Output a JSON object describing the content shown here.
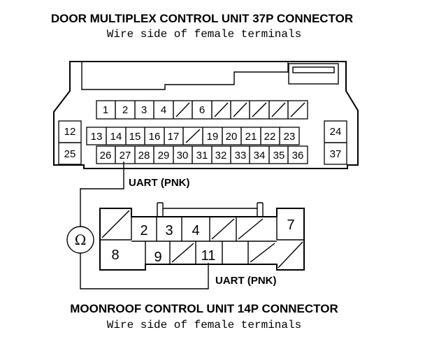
{
  "connector_37p": {
    "title": "DOOR MULTIPLEX CONTROL UNIT 37P CONNECTOR",
    "subtitle": "Wire side of female terminals",
    "wire_label": "UART (PNK)"
  },
  "connector_14p": {
    "title": "MOONROOF CONTROL UNIT 14P CONNECTOR",
    "subtitle": "Wire side of female terminals",
    "wire_label": "UART (PNK)"
  },
  "meter": {
    "symbol": "Ω"
  },
  "pins_37p": {
    "p1": "1",
    "p2": "2",
    "p3": "3",
    "p4": "4",
    "p6": "6",
    "p12": "12",
    "p13": "13",
    "p14": "14",
    "p15": "15",
    "p16": "16",
    "p17": "17",
    "p19": "19",
    "p20": "20",
    "p21": "21",
    "p22": "22",
    "p23": "23",
    "p24": "24",
    "p25": "25",
    "p26": "26",
    "p27": "27",
    "p28": "28",
    "p29": "29",
    "p30": "30",
    "p31": "31",
    "p32": "32",
    "p33": "33",
    "p34": "34",
    "p35": "35",
    "p36": "36",
    "p37": "37"
  },
  "pins_14p": {
    "p2": "2",
    "p3": "3",
    "p4": "4",
    "p7": "7",
    "p8": "8",
    "p9": "9",
    "p11": "11"
  }
}
